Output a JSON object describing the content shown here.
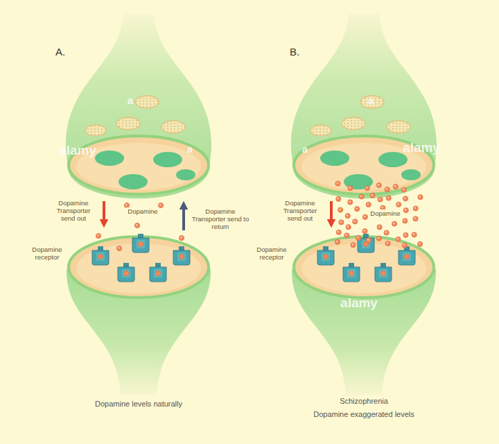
{
  "diagram": {
    "labels": [
      "A.",
      "B.",
      "Dopamine Transporter send out",
      "Dopamine",
      "Dopamine Transporter send to return",
      "Dopamine receptor",
      "Dopamine levels naturally",
      "Dopamine Transporter send out",
      "Dopamine",
      "Dopamine receptor",
      "Schizophrenia",
      "Dopamine exaggerated levels",
      "alamy",
      "alamy",
      "alamy",
      "a",
      "a",
      "a",
      "a"
    ]
  }
}
